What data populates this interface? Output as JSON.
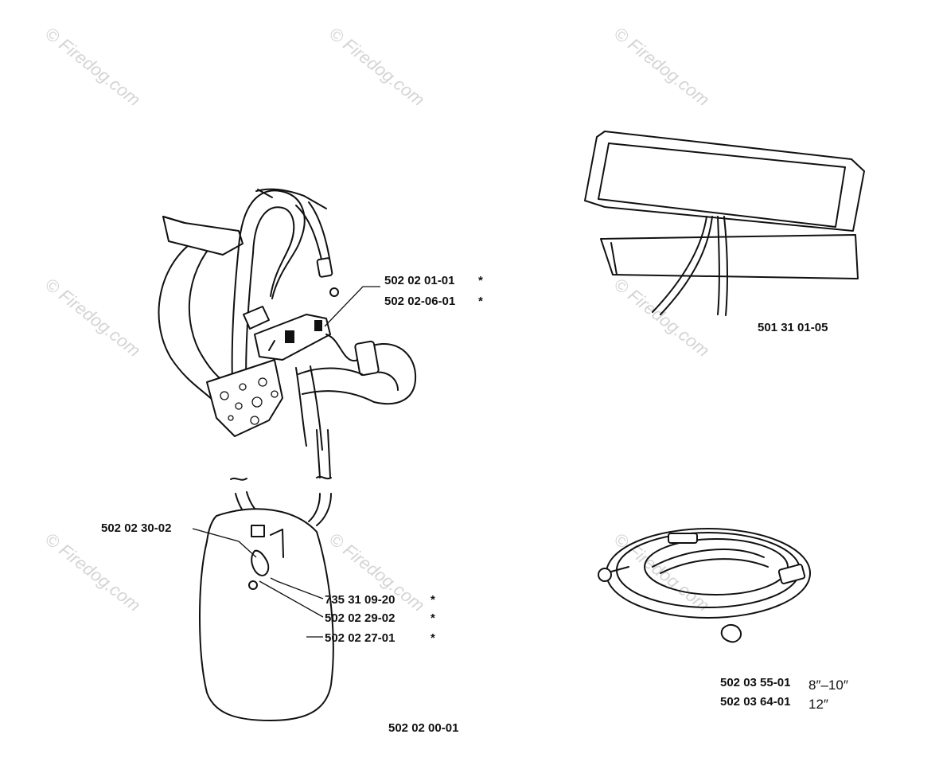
{
  "watermark": "© Firedog.com",
  "callouts": {
    "buckle_a": "502 02 01-01",
    "buckle_a_mark": "*",
    "buckle_b": "502 02-06-01",
    "buckle_b_mark": "*",
    "hook_part": "502 02 30-02",
    "clip_a": "735 31 09-20",
    "clip_a_mark": "*",
    "clip_b": "502 02 29-02",
    "clip_b_mark": "*",
    "pad": "502 02 27-01",
    "pad_mark": "*",
    "harness_assembly": "502 02 00-01",
    "pouch": "501 31 01-05",
    "strap_1": "502 03 55-01",
    "strap_1_size": "8″–10″",
    "strap_2": "502 03 64-01",
    "strap_2_size": "12″"
  }
}
